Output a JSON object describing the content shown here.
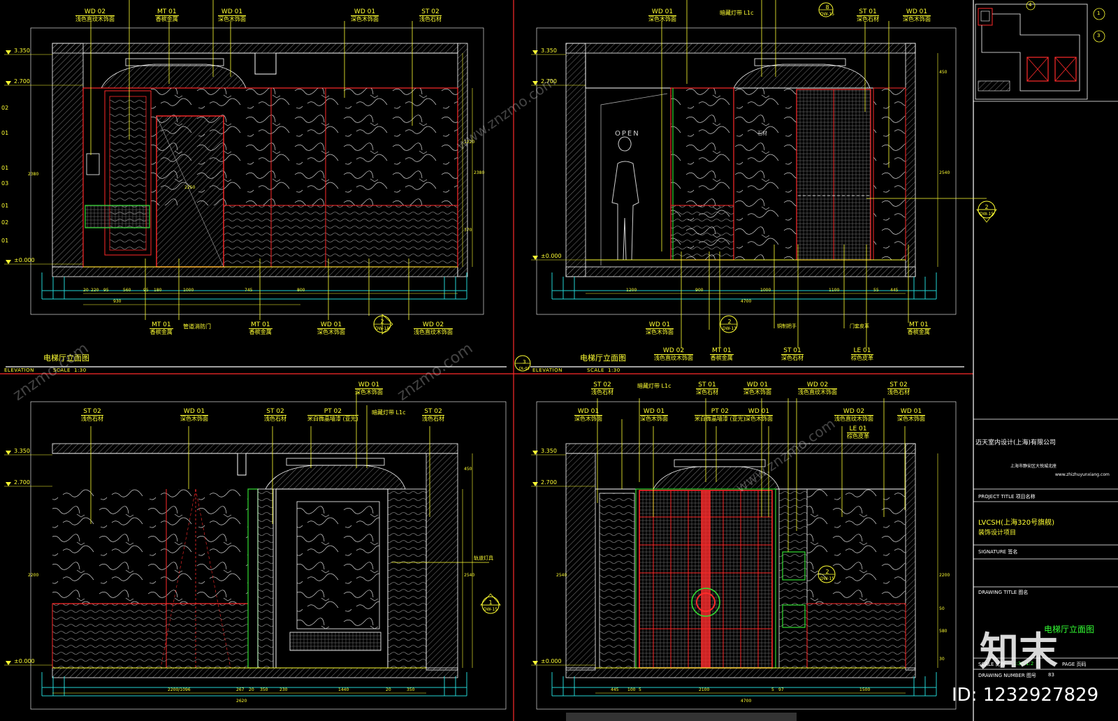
{
  "views": [
    {
      "title": "电梯厅立面图",
      "elevation_label": "ELEVATION",
      "scale_label": "SCALE",
      "scale_value": "1:30",
      "level_marks": [
        "3.350",
        "2.700",
        "±0.000"
      ],
      "top_tags": [
        {
          "code": "WD 02",
          "desc": "浅色直纹木饰面"
        },
        {
          "code": "MT 01",
          "desc": "香槟金属"
        },
        {
          "code": "WD 01",
          "desc": "深色木饰面"
        },
        {
          "code": "WD 01",
          "desc": "深色木饰面"
        },
        {
          "code": "ST 02",
          "desc": "浅色石材"
        }
      ],
      "bottom_tags": [
        {
          "code": "MT 01",
          "desc": "香槟金属"
        },
        {
          "code": "",
          "desc": "管道消防门"
        },
        {
          "code": "MT 01",
          "desc": "香槟金属"
        },
        {
          "code": "WD 01",
          "desc": "深色木饰面"
        },
        {
          "code": "WD 02",
          "desc": "浅色直纹木饰面"
        }
      ],
      "section_callout": {
        "num": "2",
        "ref": "DW-15"
      },
      "left_codes": [
        "02",
        "01",
        "01",
        "03",
        "01",
        "02",
        "01"
      ],
      "dims_bottom": [
        "20",
        "220",
        "95",
        "560",
        "95",
        "180",
        "1000",
        "745",
        "800",
        "930"
      ],
      "dims_right": [
        "1220",
        "2380",
        "370"
      ],
      "dims_inner": [
        "2250",
        "2380"
      ]
    },
    {
      "title": "电梯厅立面图",
      "elevation_label": "ELEVATION",
      "scale_label": "SCALE",
      "scale_value": "1:30",
      "view_number": "3",
      "view_ref": "DL-03",
      "level_marks": [
        "3.350",
        "2.700",
        "±0.000"
      ],
      "top_tags": [
        {
          "code": "WD 01",
          "desc": "深色木饰面"
        },
        {
          "code": "",
          "desc": "暗藏灯带 L1c"
        },
        {
          "code": "ST 01",
          "desc": "深色石材"
        },
        {
          "code": "WD 01",
          "desc": "深色木饰面"
        }
      ],
      "bottom_tags": [
        {
          "code": "WD 01",
          "desc": "深色木饰面"
        },
        {
          "code": "WD 02",
          "desc": "浅色直纹木饰面"
        },
        {
          "code": "MT 01",
          "desc": "香槟金属"
        },
        {
          "code": "ST 01",
          "desc": "深色石材"
        },
        {
          "code": "LE 01",
          "desc": "棕色皮革"
        },
        {
          "code": "MT 01",
          "desc": "香槟金属"
        }
      ],
      "section_callouts": [
        {
          "num": "2",
          "ref": "DW-13"
        },
        {
          "num": "2",
          "ref": "DW-15"
        },
        {
          "num": "8",
          "ref": "DW-15"
        }
      ],
      "open_text": "OPEN",
      "dims_bottom": [
        "1200",
        "900",
        "1000",
        "1100",
        "55",
        "445",
        "4700"
      ],
      "dims_right": [
        "2540",
        "450"
      ],
      "notes": [
        "铜制把手",
        "门套皮革",
        "石材"
      ]
    },
    {
      "title": "",
      "level_marks": [
        "3.350",
        "2.700",
        "±0.000"
      ],
      "top_tags": [
        {
          "code": "ST 02",
          "desc": "浅色石材"
        },
        {
          "code": "WD 01",
          "desc": "深色木饰面"
        },
        {
          "code": "ST 02",
          "desc": "浅色石材"
        },
        {
          "code": "PT 02",
          "desc": "米白微晶墙漆 (亚光)"
        },
        {
          "code": "WD 01",
          "desc": "深色木饰面"
        },
        {
          "code": "",
          "desc": "暗藏灯带 L1c"
        },
        {
          "code": "ST 02",
          "desc": "浅色石材"
        }
      ],
      "section_callout": {
        "num": "1",
        "ref": "DW-15"
      },
      "side_note": "轨道灯具",
      "dims_bottom": [
        "2200/1096",
        "267",
        "20",
        "350",
        "230",
        "1440",
        "20",
        "350",
        "2620"
      ],
      "dims_right": [
        "2540",
        "2200",
        "450"
      ]
    },
    {
      "title": "",
      "level_marks": [
        "3.350",
        "2.700",
        "±0.000"
      ],
      "top_tags": [
        {
          "code": "ST 02",
          "desc": "浅色石材"
        },
        {
          "code": "",
          "desc": "暗藏灯带 L1c"
        },
        {
          "code": "ST 01",
          "desc": "深色石材"
        },
        {
          "code": "WD 01",
          "desc": "深色木饰面"
        },
        {
          "code": "WD 02",
          "desc": "浅色直纹木饰面"
        },
        {
          "code": "ST 02",
          "desc": "浅色石材"
        },
        {
          "code": "WD 01",
          "desc": "深色木饰面"
        },
        {
          "code": "WD 01",
          "desc": "深色木饰面"
        },
        {
          "code": "PT 02",
          "desc": "米白微晶墙漆 (亚光)"
        },
        {
          "code": "WD 01",
          "desc": "深色木饰面"
        },
        {
          "code": "WD 02",
          "desc": "浅色直纹木饰面"
        },
        {
          "code": "LE 01",
          "desc": "棕色皮革"
        },
        {
          "code": "WD 01",
          "desc": "深色木饰面"
        }
      ],
      "section_callout": {
        "num": "2",
        "ref": "DW-15"
      },
      "dims_bottom": [
        "445",
        "100",
        "5",
        "2100",
        "5",
        "97",
        "1500",
        "4700"
      ],
      "dims_right": [
        "2200",
        "2540",
        "50",
        "580",
        "30"
      ]
    }
  ],
  "title_block": {
    "company": "迈天室内设计(上海)有限公司",
    "company_sub": "上海市静安区大悦城北座",
    "company_web": "www.zhizhuyunxiang.com",
    "project_title_label": "PROJECT TITLE 项目名称",
    "project_name": "LVCSH(上海320号旗舰)",
    "project_sub": "装饰设计项目",
    "sign_label": "SIGNATURE 签名",
    "drawing_title_label": "DRAWING TITLE 图名",
    "drawing_title": "电梯厅立面图",
    "scale_label": "SCALE 比例",
    "scale_value": "1:30/1:2",
    "page_label": "PAGE 页码",
    "drawing_number_label": "DRAWING NUMBER 图号",
    "drawing_number": "83"
  },
  "key_plan_labels": [
    "1",
    "3",
    "4"
  ],
  "watermarks": {
    "site": "www.znzmo.com",
    "brand_short": "znzmo.com",
    "logo_text": "知末",
    "id_text": "ID: 1232927829"
  },
  "colors": {
    "background": "#000000",
    "text": "#ffff33",
    "frame": "#ffffff",
    "red": "#ff2a2a",
    "green": "#33dd33",
    "cyan": "#22d3d3",
    "gray": "#9a9a9a"
  }
}
